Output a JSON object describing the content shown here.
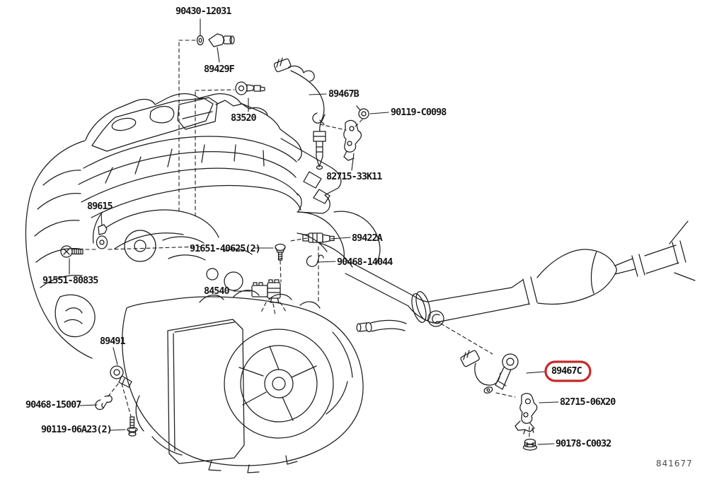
{
  "diagram": {
    "figure_code": "841677",
    "highlighted_part": "89467C",
    "highlight_color": "#c62828",
    "line_color": "#1c1c1c",
    "background_color": "#ffffff"
  },
  "parts": [
    {
      "label": "90430-12031",
      "highlighted": false
    },
    {
      "label": "89429F",
      "highlighted": false
    },
    {
      "label": "83520",
      "highlighted": false
    },
    {
      "label": "89467B",
      "highlighted": false
    },
    {
      "label": "90119-C0098",
      "highlighted": false
    },
    {
      "label": "82715-33K11",
      "highlighted": false
    },
    {
      "label": "89615",
      "highlighted": false
    },
    {
      "label": "89422A",
      "highlighted": false
    },
    {
      "label": "91651-40625(2)",
      "highlighted": false
    },
    {
      "label": "90468-14044",
      "highlighted": false
    },
    {
      "label": "91551-80835",
      "highlighted": false
    },
    {
      "label": "84540",
      "highlighted": false
    },
    {
      "label": "89491",
      "highlighted": false
    },
    {
      "label": "90468-15007",
      "highlighted": false
    },
    {
      "label": "90119-06A23(2)",
      "highlighted": false
    },
    {
      "label": "89467C",
      "highlighted": true
    },
    {
      "label": "82715-06X20",
      "highlighted": false
    },
    {
      "label": "90178-C0032",
      "highlighted": false
    }
  ]
}
